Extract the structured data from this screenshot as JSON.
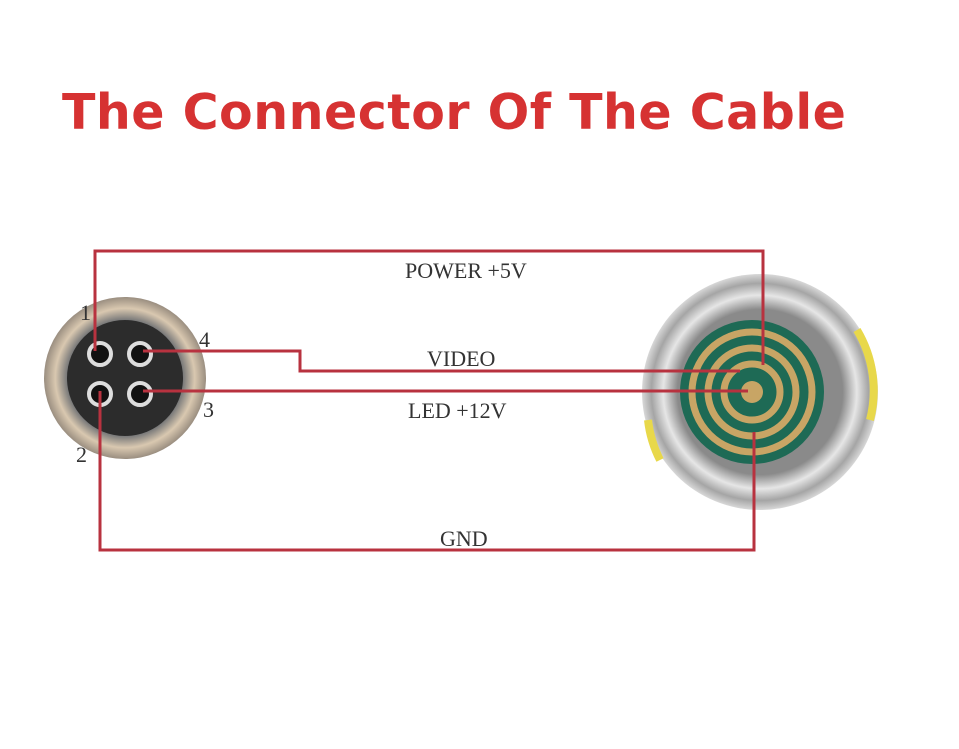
{
  "title": "The Connector Of The Cable",
  "colors": {
    "title": "#d63232",
    "wire": "#b8323f",
    "label": "#333333",
    "metal": "#b9b9b9",
    "pcb": "#1e6a55",
    "gold": "#c8a565",
    "accent": "#e8d84a"
  },
  "wires": [
    {
      "name": "power",
      "label": "POWER +5V",
      "pin": "1"
    },
    {
      "name": "video",
      "label": "VIDEO",
      "pin": "4"
    },
    {
      "name": "led",
      "label": "LED +12V",
      "pin": "3"
    },
    {
      "name": "gnd",
      "label": "GND",
      "pin": "2"
    }
  ]
}
